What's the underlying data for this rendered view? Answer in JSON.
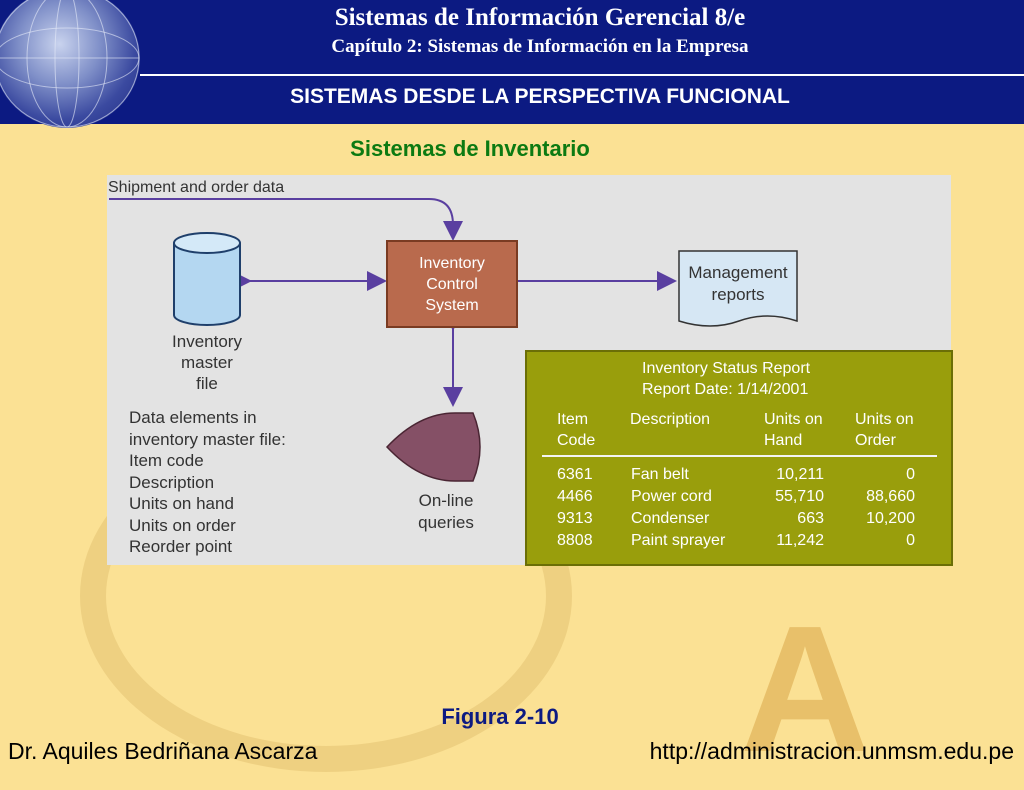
{
  "header": {
    "title": "Sistemas de Información Gerencial 8/e",
    "subtitle": "Capítulo 2: Sistemas de Información en la Empresa",
    "section": "SISTEMAS DESDE LA PERSPECTIVA FUNCIONAL"
  },
  "diagram": {
    "title": "Sistemas de Inventario",
    "shipment_label": "Shipment and order data",
    "master_file": [
      "Inventory",
      "master",
      "file"
    ],
    "control_system": [
      "Inventory",
      "Control",
      "System"
    ],
    "management_reports": [
      "Management",
      "reports"
    ],
    "online_queries": [
      "On-line",
      "queries"
    ],
    "data_elements_title": [
      "Data elements in",
      "inventory master file:"
    ],
    "data_elements": [
      "Item code",
      "Description",
      "Units on hand",
      "Units on order",
      "Reorder point"
    ]
  },
  "report": {
    "title": "Inventory Status Report",
    "date": "Report Date: 1/14/2001",
    "columns": [
      [
        "Item",
        "Code"
      ],
      [
        "Description",
        ""
      ],
      [
        "Units on",
        "Hand"
      ],
      [
        "Units on",
        "Order"
      ]
    ],
    "rows": [
      {
        "code": "6361",
        "desc": "Fan belt",
        "hand": "10,211",
        "order": "0"
      },
      {
        "code": "4466",
        "desc": "Power cord",
        "hand": "55,710",
        "order": "88,660"
      },
      {
        "code": "9313",
        "desc": "Condenser",
        "hand": "663",
        "order": "10,200"
      },
      {
        "code": "8808",
        "desc": "Paint sprayer",
        "hand": "11,242",
        "order": "0"
      }
    ]
  },
  "figure_caption": "Figura 2-10",
  "footer": {
    "author": "Dr. Aquiles Bedriñana Ascarza",
    "url": "http://administracion.unmsm.edu.pe"
  },
  "watermark": "A",
  "colors": {
    "header_bg": "#0c1a82",
    "page_bg": "#fbe194",
    "title_green": "#0c7a12",
    "report_bg": "#999e0c",
    "ics_box": "#b96a4d",
    "arrow": "#5a3fa0",
    "database": "#b4d7f1"
  }
}
